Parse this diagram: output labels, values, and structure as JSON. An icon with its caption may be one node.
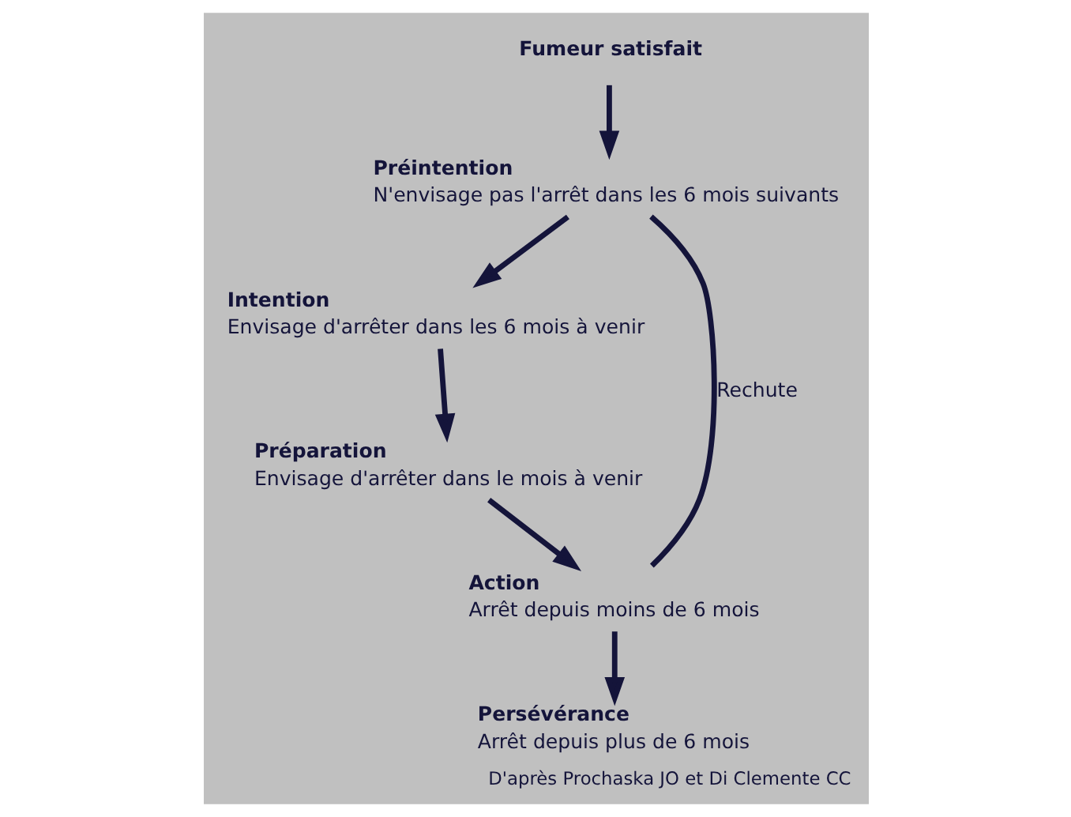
{
  "diagram": {
    "caption": "D'après Prochaska JO et Di Clemente CC",
    "nodes": [
      {
        "text": [
          "Fumeur satisfait"
        ]
      },
      {
        "text": [
          "Préintention",
          "N'envisage pas l'arrêt dans les 6 mois suivants"
        ]
      },
      {
        "text": [
          "Intention",
          "Envisage d'arrêter dans les 6 mois à venir"
        ]
      },
      {
        "text": [
          "Préparation",
          "Envisage d'arrêter dans le mois à venir"
        ]
      },
      {
        "text": [
          "Action",
          "Arrêt depuis moins de 6 mois"
        ]
      },
      {
        "text": [
          "Persévérance",
          "Arrêt depuis plus de 6 mois"
        ]
      }
    ],
    "edges": [
      {
        "from": 0,
        "to": 1,
        "arrow": "to"
      },
      {
        "from": 1,
        "to": 2,
        "arrow": "to"
      },
      {
        "from": 2,
        "to": 3,
        "arrow": "to"
      },
      {
        "from": 3,
        "to": 4,
        "arrow": "to"
      },
      {
        "from": 4,
        "to": 5,
        "arrow": "to"
      },
      {
        "from": 4,
        "to": 1,
        "arrow": "none",
        "label": "Rechute"
      }
    ]
  }
}
